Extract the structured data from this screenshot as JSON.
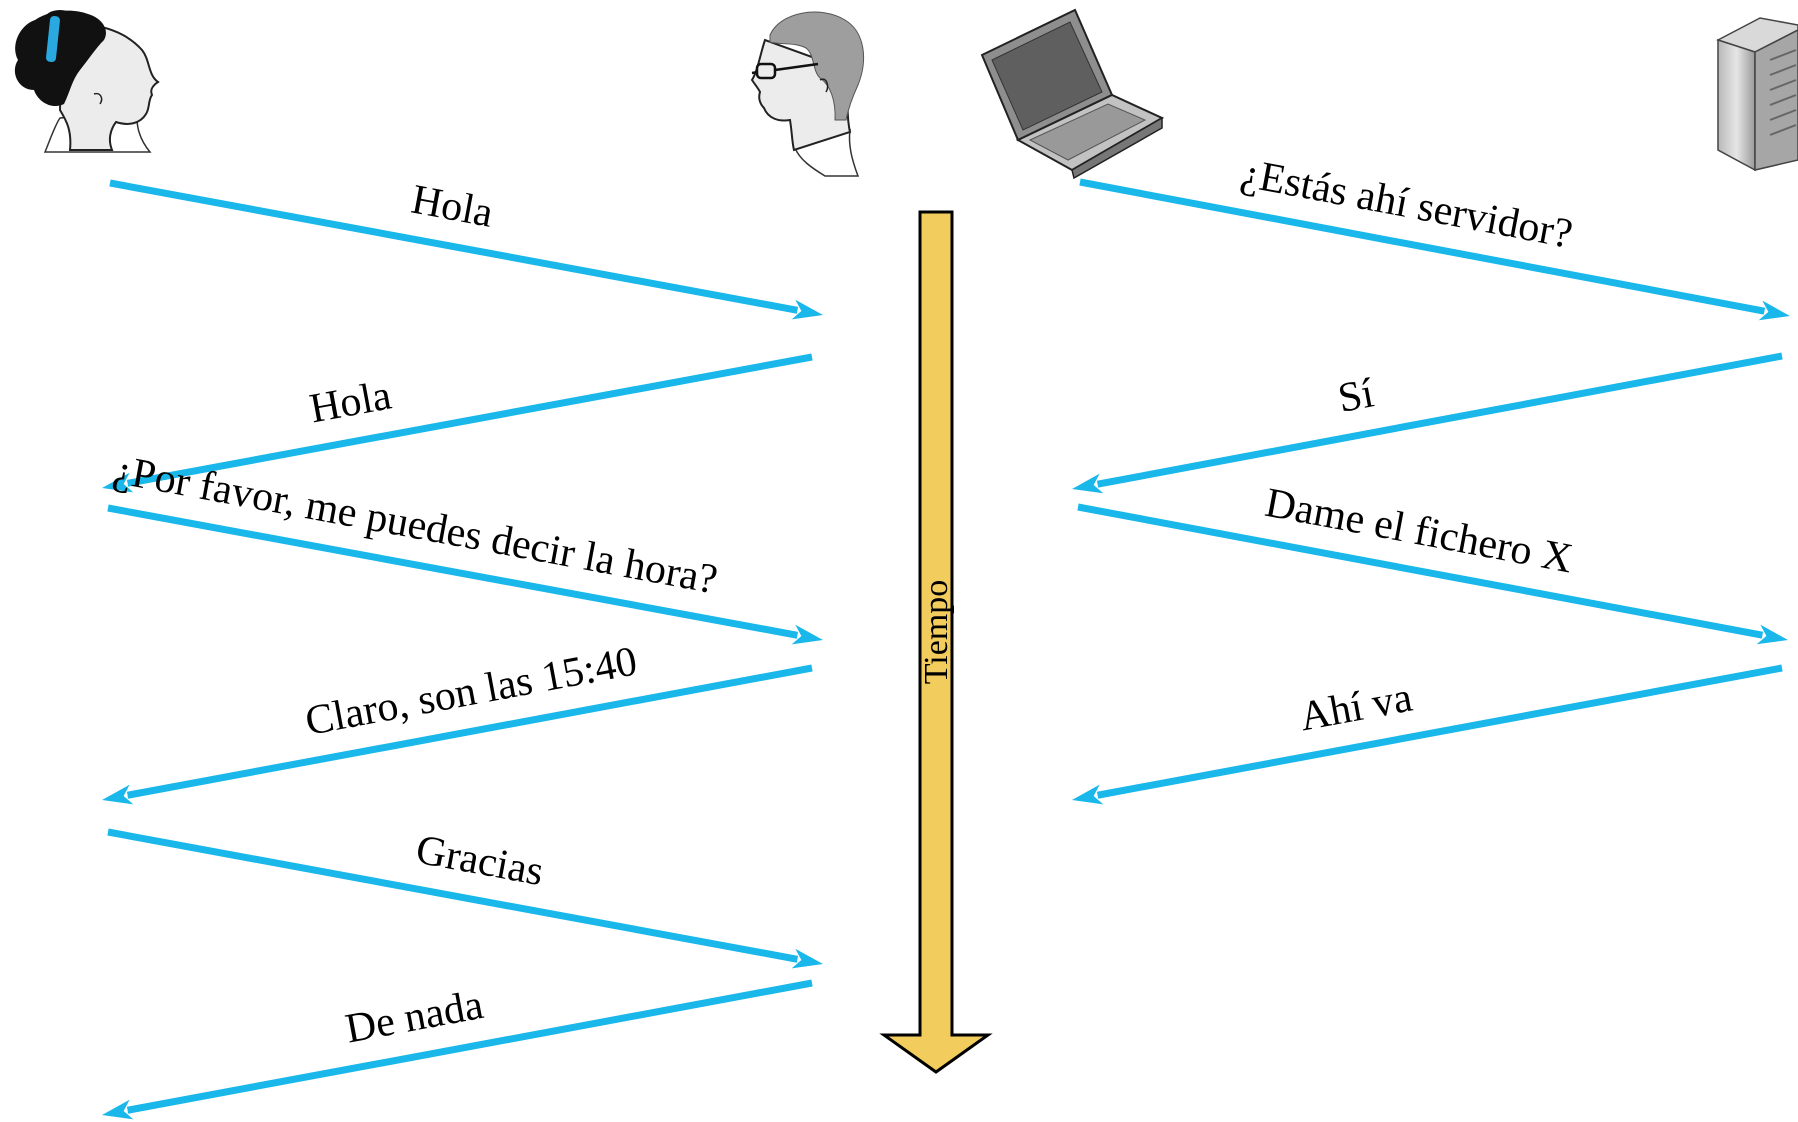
{
  "time_arrow": {
    "label": "Tiempo",
    "fill": "#f2cc5c",
    "stroke": "#000000"
  },
  "arrow_color": "#19b7ea",
  "actors": [
    {
      "id": "woman",
      "icon": "woman-profile-icon"
    },
    {
      "id": "man",
      "icon": "man-with-glasses-icon"
    },
    {
      "id": "laptop",
      "icon": "laptop-icon"
    },
    {
      "id": "server",
      "icon": "server-tower-icon"
    }
  ],
  "human_protocol": {
    "messages": [
      {
        "text": "Hola",
        "from": "woman",
        "to": "man"
      },
      {
        "text": "Hola",
        "from": "man",
        "to": "woman"
      },
      {
        "text": "¿Por favor, me puedes decir la hora?",
        "from": "woman",
        "to": "man"
      },
      {
        "text": "Claro, son las 15:40",
        "from": "man",
        "to": "woman"
      },
      {
        "text": "Gracias",
        "from": "woman",
        "to": "man"
      },
      {
        "text": "De nada",
        "from": "man",
        "to": "woman"
      }
    ]
  },
  "network_protocol": {
    "messages": [
      {
        "text": "¿Estás ahí servidor?",
        "from": "laptop",
        "to": "server"
      },
      {
        "text": "Sí",
        "from": "server",
        "to": "laptop"
      },
      {
        "text": "Dame el fichero X",
        "from": "laptop",
        "to": "server"
      },
      {
        "text": "Ahí va",
        "from": "server",
        "to": "laptop"
      }
    ]
  }
}
